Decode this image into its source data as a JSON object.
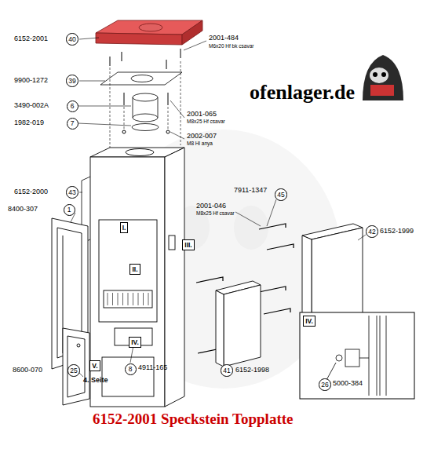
{
  "diagram": {
    "title": "6152-2001 Speckstein Topplatte",
    "nodes": [
      {
        "text": [
          "40"
        ]
      },
      {
        "text": [
          "39"
        ]
      },
      {
        "text": [
          "6"
        ]
      },
      {
        "text": [
          "7"
        ]
      },
      {
        "text": [
          "43"
        ]
      },
      {
        "text": [
          "1"
        ]
      },
      {
        "text": [
          "45"
        ]
      },
      {
        "text": [
          "I."
        ]
      },
      {
        "text": [
          "III."
        ]
      },
      {
        "text": [
          "II."
        ]
      },
      {
        "text": [
          "42"
        ]
      },
      {
        "text": [
          "IV."
        ]
      },
      {
        "text": [
          "41"
        ]
      },
      {
        "text": [
          "IV."
        ]
      },
      {
        "text": [
          "V."
        ]
      },
      {
        "text": [
          "8"
        ]
      },
      {
        "text": [
          "25"
        ]
      },
      {
        "text": [
          "26"
        ]
      }
    ],
    "edges": [],
    "labels": [
      "ofenlager.de",
      "6152-2001",
      "2001-484",
      "M6x20 Hf bk csavar",
      "9900-1272",
      "3490-002A",
      "1982-019",
      "2001-065",
      "M8x25 Hf csavar",
      "2002-007",
      "M8 Hl anya",
      "6152-2000",
      "8400-307",
      "7911-1347",
      "2001-046",
      "M8x25 Hf csavar",
      "6152-1999",
      "6152-1998",
      "4911-165",
      "8600-070",
      "4. Seite",
      "5000-384"
    ]
  }
}
